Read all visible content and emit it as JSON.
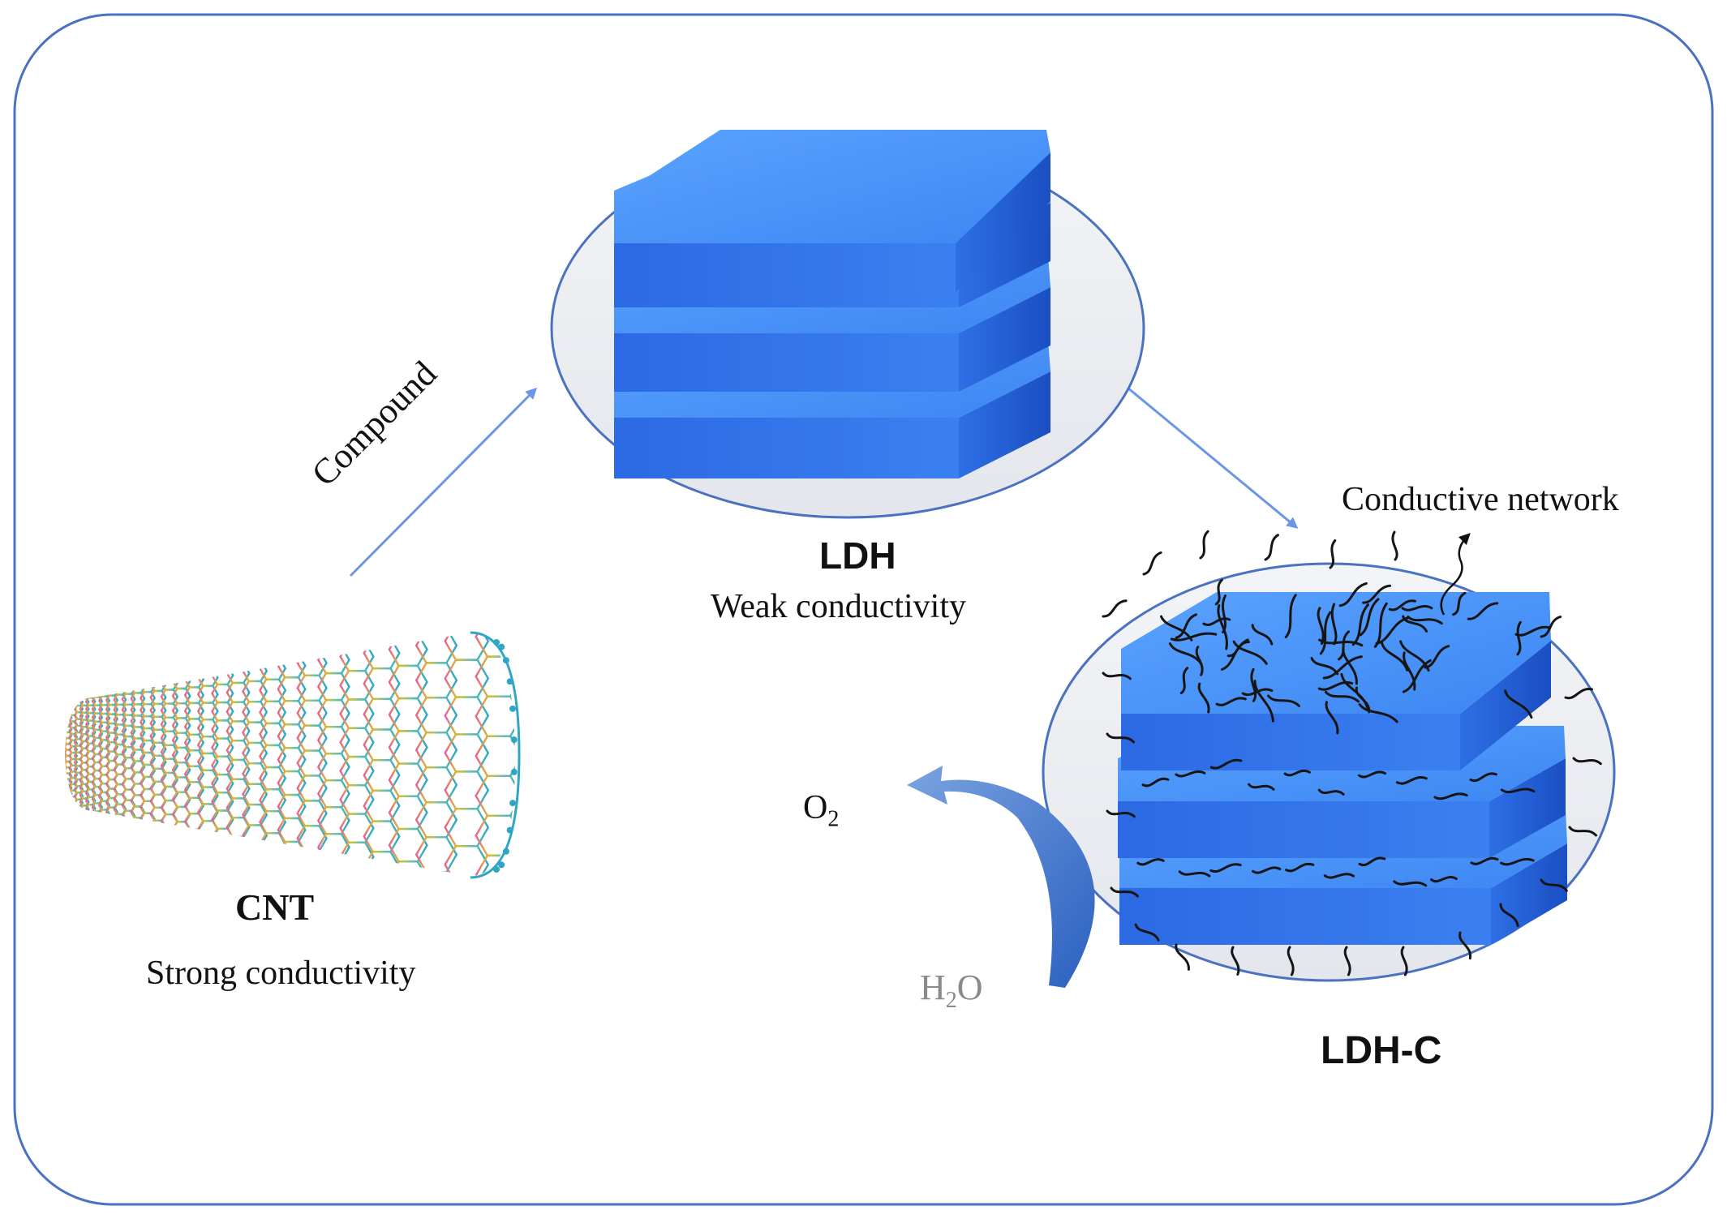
{
  "labels": {
    "compound": "Compound",
    "ldh_title": "LDH",
    "ldh_sub": "Weak conductivity",
    "cnt_title": "CNT",
    "cnt_sub": "Strong conductivity",
    "network": "Conductive network",
    "ldhc_title": "LDH-C",
    "o2_base": "O",
    "o2_sub": "2",
    "h2o_h": "H",
    "h2o_sub": "2",
    "h2o_o": "O"
  },
  "colors": {
    "frame": "#4a72c0",
    "arrow": "#6a96e6",
    "hex_top": "#4f97f7",
    "hex_front": "#2f6fe8",
    "hex_side": "#1f56c9",
    "ellipse_fill": "#ebedf2",
    "curved_arrow": "#3e71c6",
    "h2o_text": "#8a8a8a"
  },
  "icons": {
    "cnt": "carbon-nanotube-icon",
    "ldh": "layered-hexagon-stack-icon",
    "ldhc": "fiber-coated-hexagon-stack-icon"
  }
}
